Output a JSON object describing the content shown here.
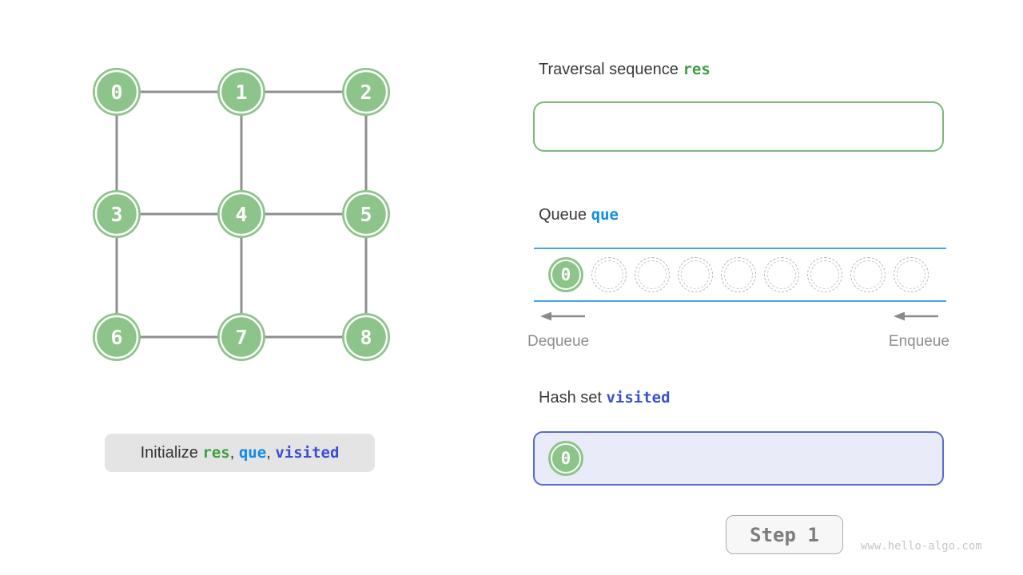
{
  "graph": {
    "nodes": [
      "0",
      "1",
      "2",
      "3",
      "4",
      "5",
      "6",
      "7",
      "8"
    ],
    "edges": [
      "0-1",
      "1-2",
      "3-4",
      "4-5",
      "6-7",
      "7-8",
      "0-3",
      "3-6",
      "1-4",
      "4-7",
      "2-5",
      "5-8"
    ]
  },
  "caption": {
    "prefix": "Initialize ",
    "res": "res",
    "sep1": ", ",
    "que": "que",
    "sep2": ", ",
    "visited": "visited"
  },
  "sections": {
    "traversal": {
      "title": "Traversal sequence ",
      "var": "res"
    },
    "queue": {
      "title": "Queue ",
      "var": "que",
      "filled": "0",
      "dequeue": "Dequeue",
      "enqueue": "Enqueue"
    },
    "hashset": {
      "title": "Hash set ",
      "var": "visited",
      "items": [
        "0"
      ]
    }
  },
  "controls": {
    "step": "Step 1"
  },
  "watermark": "www.hello-algo.com",
  "colors": {
    "node_green": "#8dc48a",
    "res_text": "#3f9e45",
    "que_text": "#0e8ce4",
    "visited_text": "#3a4fd0",
    "queue_line_blue": "#4aa2e8",
    "hash_border": "#5b6ace",
    "hash_bg": "#e9ecf8",
    "edge_gray": "#8f8f8f"
  }
}
